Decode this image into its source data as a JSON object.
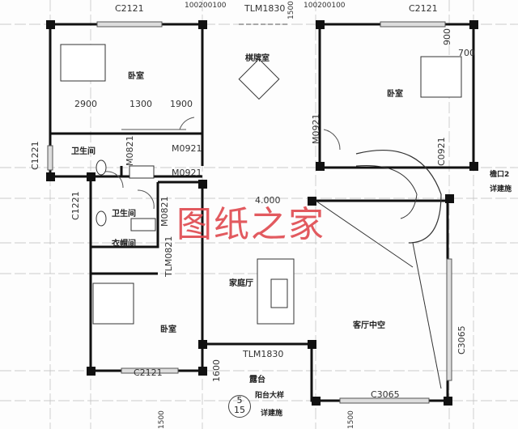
{
  "rooms": {
    "bedroom_nw": "卧室",
    "chess_room": "棋牌室",
    "bedroom_ne": "卧室",
    "bathroom_1": "卫生间",
    "bathroom_2": "卫生间",
    "walk_in_closet": "衣帽间",
    "family_hall": "家庭厅",
    "bedroom_sw": "卧室",
    "living_void": "客厅中空",
    "terrace": "露台"
  },
  "labels": {
    "c2121_top_left": "C2121",
    "dim_100200100_left": "100200100",
    "tlm1830_top": "TLM1830",
    "dim_1500_top": "1500",
    "dim_100200100_right": "100200100",
    "c2121_top_right": "C2121",
    "dim_2900": "2900",
    "dim_1300": "1300",
    "dim_1900": "1900",
    "dim_900": "900",
    "dim_700": "700",
    "m0921_right_bedroom": "M0921",
    "m0821_bath1": "M0821",
    "m0921_a": "M0921",
    "c0921": "C0921",
    "c1221_left": "C1221",
    "m0921_b": "M0921",
    "elevation": "4.000",
    "c1221_inner": "C1221",
    "m0821_bath2": "M0821",
    "tlm0821": "TLM0821",
    "c3065_right": "C3065",
    "tlm1830_bottom": "TLM1830",
    "dim_1600": "1600",
    "c2121_bottom": "C2121",
    "c3065_bottom": "C3065",
    "detail_top": "5",
    "detail_bottom": "15",
    "balcony_detail": "阳台大样",
    "see_arch_1": "详建施",
    "eave": "檐口2",
    "see_arch_2": "详建施",
    "dim_1500_bl": "1500",
    "dim_1500_br": "1500"
  },
  "watermark": "图纸之家",
  "colors": {
    "wall": "#111111",
    "line": "#555555",
    "watermark": "#e0494f"
  }
}
